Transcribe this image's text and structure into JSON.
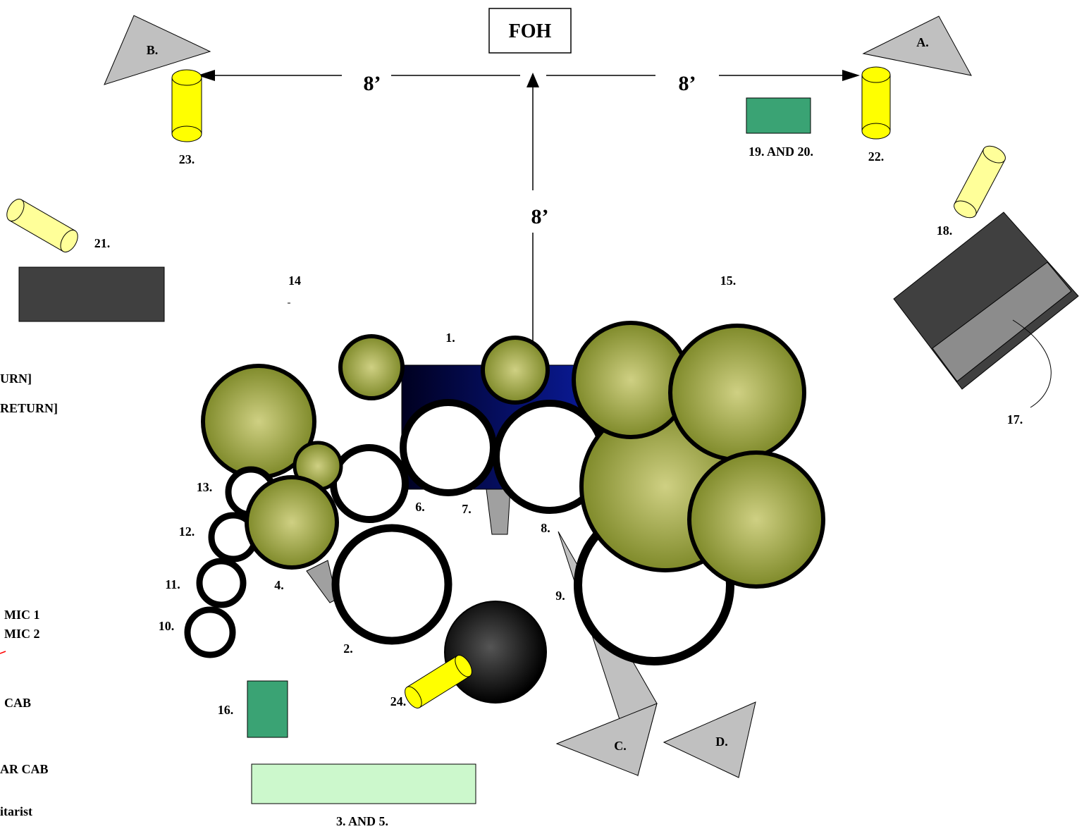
{
  "foh": {
    "label": "FOH"
  },
  "distances": {
    "left": "8’",
    "right": "8’",
    "up": "8’"
  },
  "monitors": {
    "a": "A.",
    "b": "B.",
    "c": "C.",
    "d": "D."
  },
  "item_labels": {
    "n1": "1.",
    "n2": "2.",
    "n3_5": "3.  AND   5.",
    "n4": "4.",
    "n6": "6.",
    "n7": "7.",
    "n8": "8.",
    "n9": "9.",
    "n10": "10.",
    "n11": "11.",
    "n12": "12.",
    "n13": "13.",
    "n14": "14",
    "n15": "15.",
    "n16": "16.",
    "n17": "17.",
    "n18": "18.",
    "n19_20": "19.  AND   20.",
    "n21": "21.",
    "n22": "22.",
    "n23": "23.",
    "n24": "24."
  },
  "legend_fragments": {
    "urn": "URN]",
    "return": "RETURN]",
    "mic1": "MIC 1",
    "mic2": "MIC 2",
    "cab": "CAB",
    "ar_cab": "AR CAB",
    "itarist": "itarist"
  },
  "colors": {
    "cymbal_light": "#cfd083",
    "cymbal_dark": "#7f8a2a",
    "drum_riser": "#0a1a96",
    "grey": "#c0c0c0",
    "amp_dark": "#404040",
    "amp_light": "#8c8c8c",
    "green_box": "#3aa374",
    "light_green": "#ccf8cc",
    "yellow_light": "#ffff00",
    "pale_yellow": "#ffff99"
  }
}
